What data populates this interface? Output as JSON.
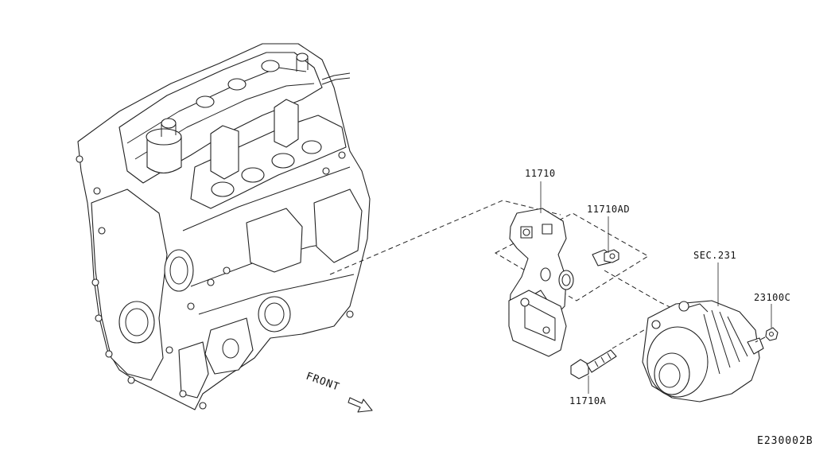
{
  "diagram": {
    "labels": {
      "bracket": "11710",
      "bracket_bolt_small": "11710AD",
      "bracket_bolt_long": "11710A",
      "alternator_section": "SEC.231",
      "alternator_nut": "23100C",
      "front": "FRONT",
      "diagram_code": "E230002B"
    }
  }
}
